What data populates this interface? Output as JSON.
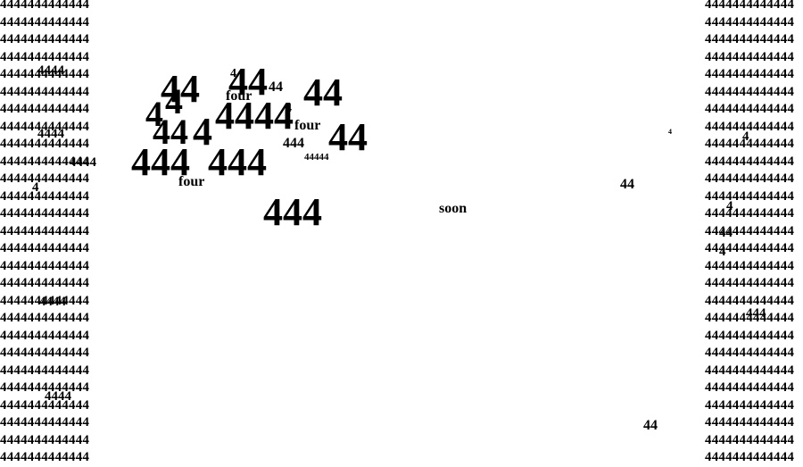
{
  "side_columns": {
    "left_row_text": "4444444444444",
    "right_row_text": "4444444444444",
    "row_count": 27
  },
  "cluster": {
    "big": [
      "44",
      "44",
      "44",
      "4",
      "4",
      "4444",
      "4",
      "44",
      "44",
      "444",
      "444"
    ],
    "small": [
      "four",
      "four",
      "four",
      "444",
      "44",
      "4",
      "44444",
      "4",
      "44"
    ]
  },
  "scattered": {
    "soon": "soon",
    "right_44_a": "44",
    "right_44_b": "44"
  },
  "overlays": {
    "left": [
      "4444",
      "4444",
      "4444",
      "4",
      "4444",
      "4444"
    ],
    "right": [
      "4",
      "4",
      "4",
      "44",
      "4",
      "444"
    ]
  }
}
